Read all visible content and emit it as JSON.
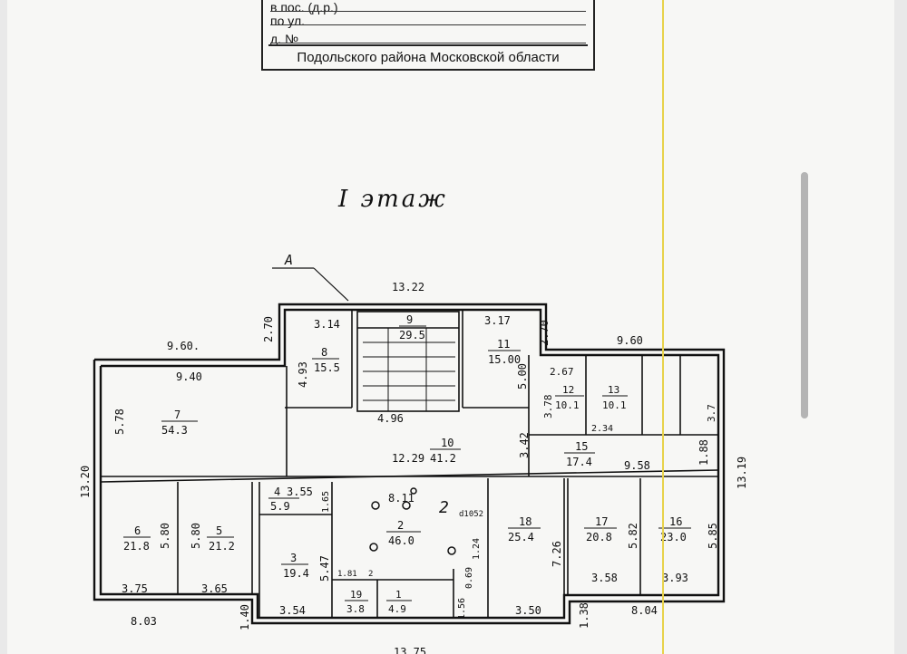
{
  "stamp": {
    "line1": "в пос. (д.р.)",
    "line2": "по ул.",
    "line3": "д. №",
    "district": "Подольского района Московской области"
  },
  "floor_title": "I этаж",
  "section_mark": "А",
  "dimensions": {
    "top_width": "13.22",
    "left_wing_top": "9.60.",
    "left_wing_inner": "9.40",
    "right_wing_top": "9.60",
    "left_notch": "2.70",
    "right_notch": "2.70",
    "overall_height_left": "13.20",
    "overall_height_right": "13.19",
    "bottom_left": "8.03",
    "bottom_right": "8.04",
    "bottom_center": "13.75",
    "bottom_left_step": "1.40",
    "bottom_right_step": "1.38",
    "corridor_right_len": "9.58",
    "corridor_right_h": "1.88"
  },
  "rooms": [
    {
      "num": "1",
      "area": "4.9"
    },
    {
      "num": "2",
      "area": "46.0"
    },
    {
      "num": "3",
      "area": "19.4"
    },
    {
      "num": "4",
      "area": "5.9"
    },
    {
      "num": "5",
      "area": "21.2"
    },
    {
      "num": "6",
      "area": "21.8"
    },
    {
      "num": "7",
      "area": "54.3"
    },
    {
      "num": "8",
      "area": "15.5"
    },
    {
      "num": "9",
      "area": "29.5"
    },
    {
      "num": "10",
      "area": "41.2"
    },
    {
      "num": "11",
      "area": "15.00"
    },
    {
      "num": "12",
      "area": "10.1"
    },
    {
      "num": "13",
      "area": "10.1"
    },
    {
      "num": "15",
      "area": "17.4"
    },
    {
      "num": "16",
      "area": "23.0"
    },
    {
      "num": "17",
      "area": "20.8"
    },
    {
      "num": "18",
      "area": "25.4"
    },
    {
      "num": "19",
      "area": "3.8"
    }
  ],
  "room_dims": {
    "r8_w": "3.14",
    "r8_h": "4.93",
    "r11_w": "3.17",
    "r11_h": "5.00",
    "r7_h": "5.78",
    "r10_w": "4.96",
    "r10_len": "12.29",
    "r10_h": "3.42",
    "r12_w": "2.67",
    "r12_h": "3.78",
    "r12_sub": "2.34",
    "r14_h": "3.7",
    "r6_w": "3.75",
    "r6_h": "5.80",
    "r5_w": "3.65",
    "r5_h": "5.80",
    "r4_w": "3.55",
    "r4_h": "1.65",
    "r3_w": "3.54",
    "r3_h": "5.47",
    "r2_w": "8.11",
    "r2_mark": "d1052",
    "r19_w": "1.81",
    "r1_w": "2",
    "r1_h": "1.56",
    "r2_h": "0.69",
    "r2_h2": "1.24",
    "r18_w": "3.50",
    "r18_h": "7.26",
    "r17_w": "3.58",
    "r17_h": "5.82",
    "r16_w": "3.93",
    "r16_h": "5.85"
  }
}
